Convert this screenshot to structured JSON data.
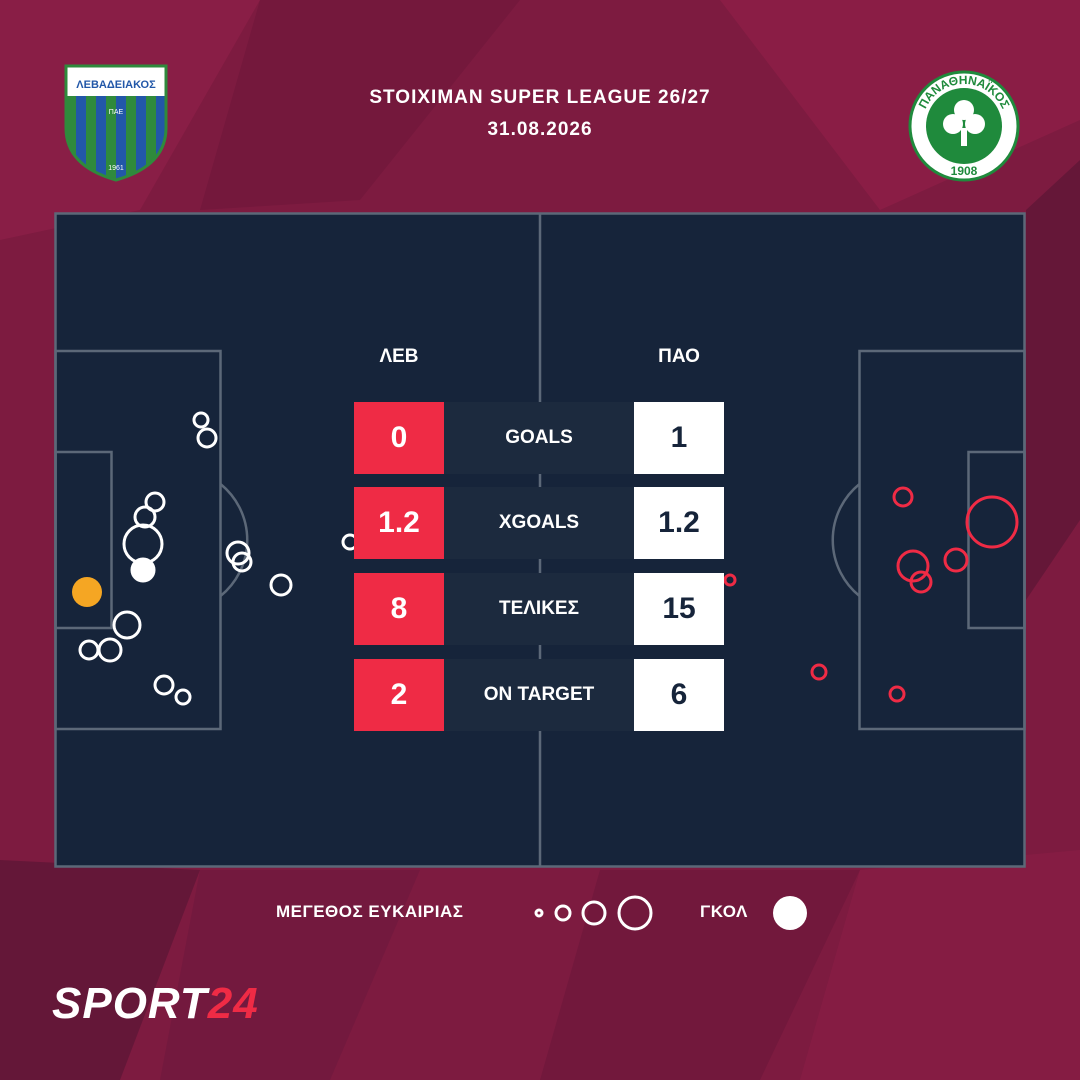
{
  "header": {
    "league": "STOIXIMAN SUPER LEAGUE 26/27",
    "date": "31.08.2026"
  },
  "home_team": {
    "abbr": "ΛΕΒ",
    "crest_text": "ΛΕΒΑΔΕΙΑΚΟΣ",
    "crest_sub": "ΠΑΕ",
    "crest_year": "1961",
    "color": "#ffffff"
  },
  "away_team": {
    "abbr": "ΠΑΟ",
    "crest_text": "ΠΑΝΑΘΗΝΑΪΚΟΣ",
    "crest_year": "1908",
    "color": "#ef2b45"
  },
  "stats": [
    {
      "label": "GOALS",
      "home": "0",
      "away": "1"
    },
    {
      "label": "XGOALS",
      "home": "1.2",
      "away": "1.2"
    },
    {
      "label": "ΤΕΛΙΚΕΣ",
      "home": "8",
      "away": "15"
    },
    {
      "label": "ON TARGET",
      "home": "2",
      "away": "6"
    }
  ],
  "legend": {
    "chance_size_label": "ΜΕΓΕΘΟΣ ΕΥΚΑΙΡΙΑΣ",
    "goal_label": "ΓΚΟΛ"
  },
  "brand": {
    "main": "SPORT",
    "accent": "24"
  },
  "colors": {
    "background": "#7a1a3e",
    "pitch": "#16243a",
    "home_stat": "#ef2b45",
    "away_stat": "#ffffff",
    "goal_marker": "#f5a623"
  }
}
